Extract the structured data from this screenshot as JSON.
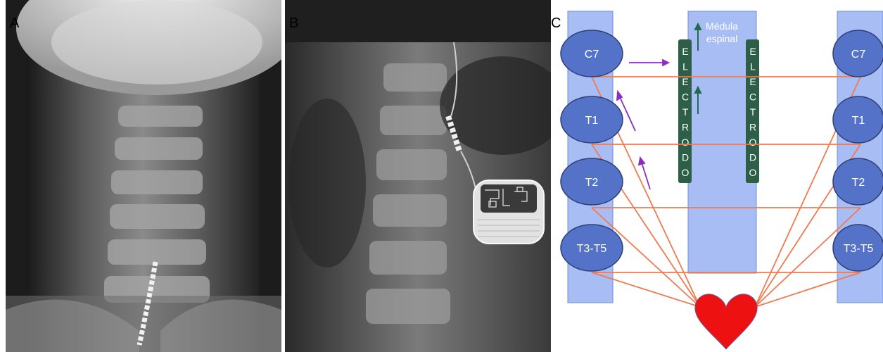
{
  "panels": {
    "a": {
      "label": "A"
    },
    "b": {
      "label": "B"
    },
    "c": {
      "label": "C"
    }
  },
  "diagram": {
    "spinal_cord_label_line1": "Médula",
    "spinal_cord_label_line2": "espinal",
    "electrode_letters": [
      "E",
      "L",
      "E",
      "C",
      "T",
      "R",
      "O",
      "D",
      "O"
    ],
    "vertebrae_left": [
      "C7",
      "T1",
      "T2",
      "T3-T5"
    ],
    "vertebrae_right": [
      "C7",
      "T1",
      "T2",
      "T3-T5"
    ],
    "colors": {
      "column_fill": "#a9bdf5",
      "column_stroke": "#6f8fd6",
      "oval_fill": "#5473c8",
      "oval_stroke": "#2e3f78",
      "electrode_fill": "#2d5e48",
      "nerve_line": "#f07a50",
      "heart": "#ee1111",
      "arrow_purple": "#8b2cc4",
      "arrow_green": "#1e6b4e"
    }
  }
}
